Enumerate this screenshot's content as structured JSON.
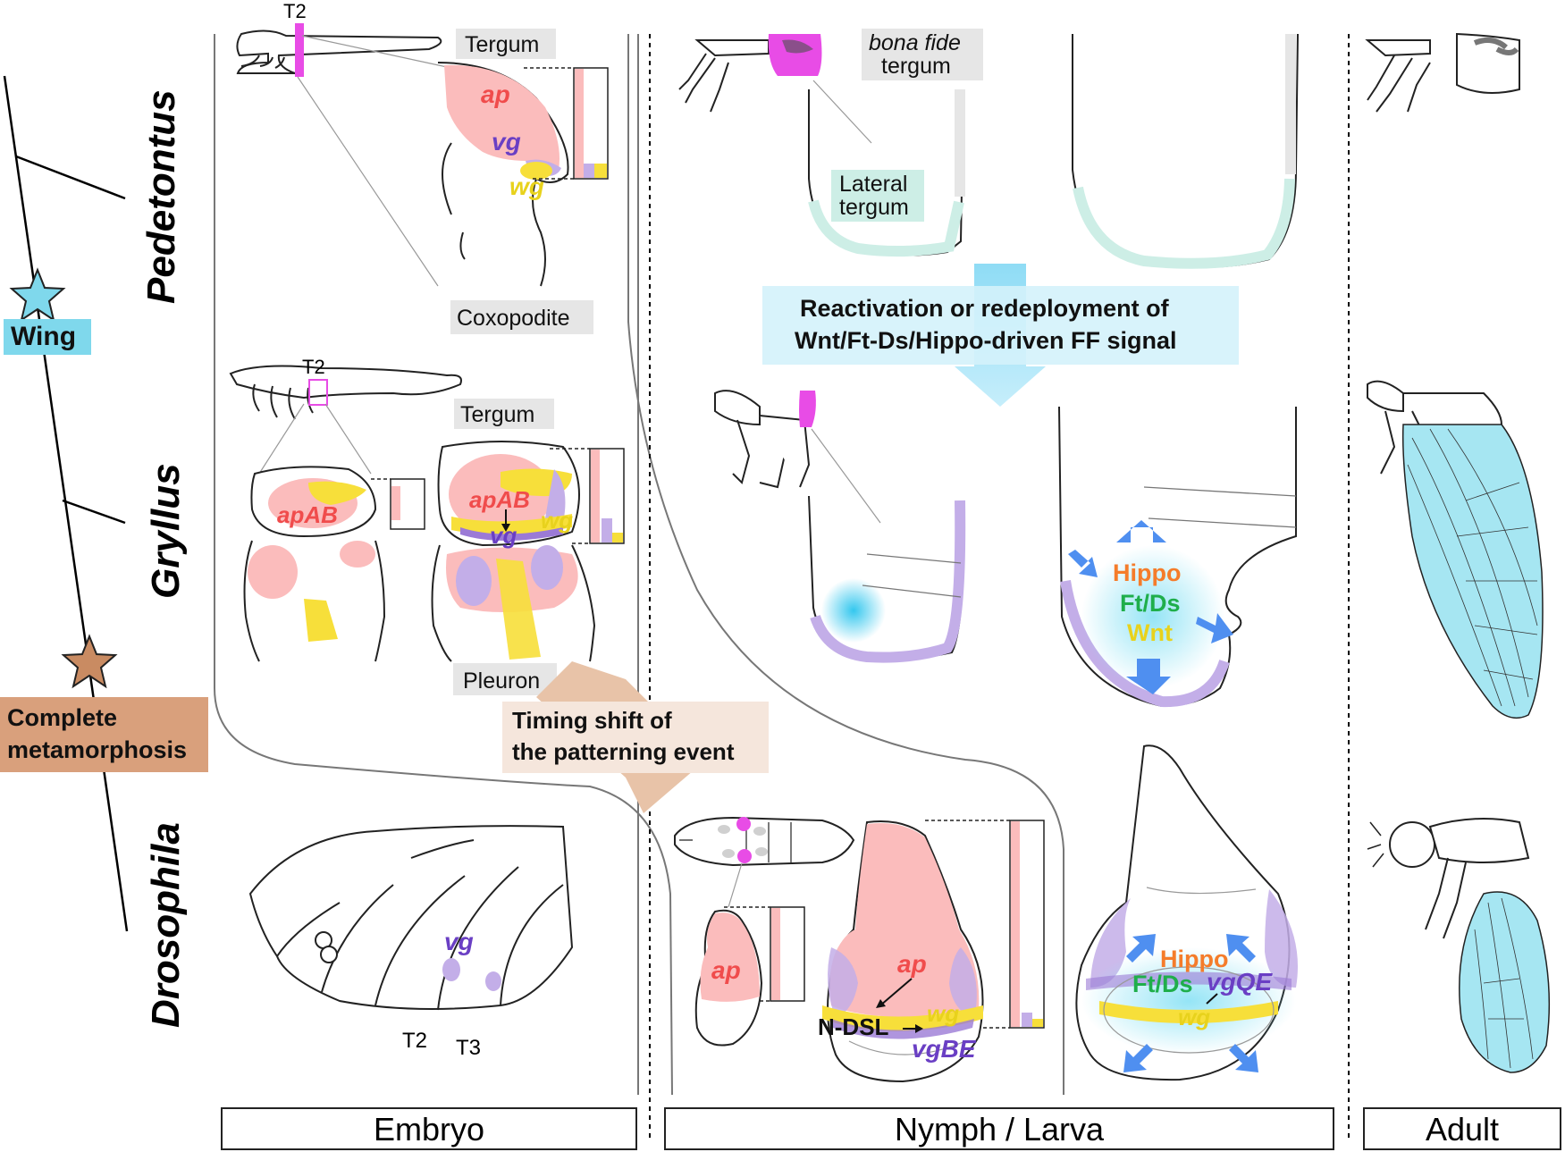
{
  "taxa": [
    "Pedetontus",
    "Gryllus",
    "Drosophila"
  ],
  "phylogeny": {
    "events": [
      {
        "label": "Wing",
        "color": "#7fd8ec",
        "star_color": "#7fd8ec"
      },
      {
        "label_line1": "Complete",
        "label_line2": "metamorphosis",
        "color": "#d9a07c",
        "star_color": "#c98b62"
      }
    ]
  },
  "stages": [
    "Embryo",
    "Nymph / Larva",
    "Adult"
  ],
  "labels": {
    "t2": "T2",
    "t3": "T3",
    "tergum": "Tergum",
    "coxopodite": "Coxopodite",
    "pleuron": "Pleuron",
    "bona_fide_1": "bona fide",
    "bona_fide_2": "tergum",
    "lateral_tergum_1": "Lateral",
    "lateral_tergum_2": "tergum",
    "ndsl": "N-DSL"
  },
  "genes": {
    "ap": "ap",
    "vg": "vg",
    "wg": "wg",
    "apAB": "apAB",
    "vgBE": "vgBE",
    "vgQE": "vgQE",
    "hippo": "Hippo",
    "ftds": "Ft/Ds",
    "wnt": "Wnt"
  },
  "callouts": {
    "reactivation_line1": "Reactivation or redeployment of",
    "reactivation_line2": "Wnt/Ft-Ds/Hippo-driven FF signal",
    "timing_line1": "Timing shift of",
    "timing_line2": "the patterning event"
  },
  "colors": {
    "ap": "#f04c4c",
    "vg": "#6a3fc4",
    "wg": "#e8d21c",
    "hippo": "#f57c2a",
    "ftds": "#1fae4b",
    "wnt": "#e8d21c",
    "ap_fill": "#fbbcbc",
    "vg_fill": "#c3aee8",
    "wg_fill": "#f7df3a",
    "magenta": "#e84ce6",
    "wing_blue": "#a6e6f2",
    "arrow_blue": "#4f8ff0",
    "lateral_tergum": "#cdeee6"
  }
}
